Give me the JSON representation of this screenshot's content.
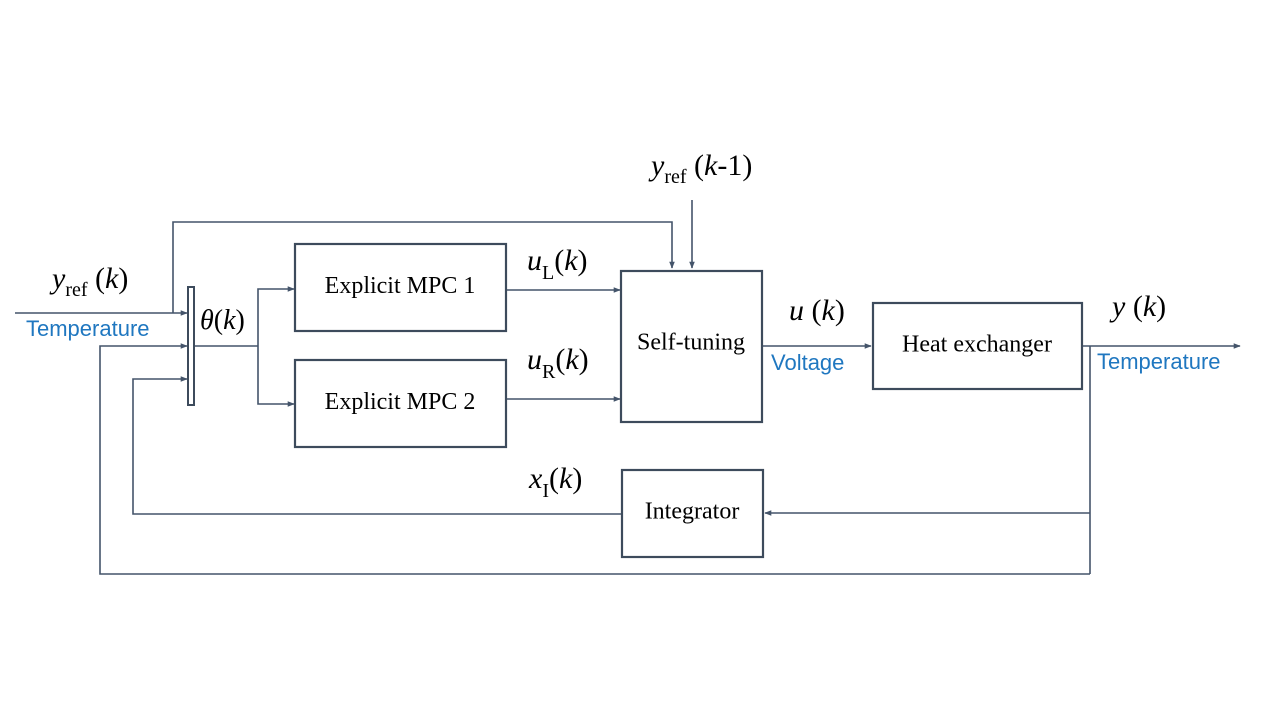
{
  "blocks": {
    "mpc1": "Explicit MPC 1",
    "mpc2": "Explicit MPC 2",
    "self_tuning": "Self-tuning",
    "heat_exchanger": "Heat exchanger",
    "integrator": "Integrator"
  },
  "signals": {
    "yref_input": {
      "var": "y",
      "sub": "ref",
      "arg": " (k)"
    },
    "yref_prev": {
      "var": "y",
      "sub": "ref",
      "arg": " (k-1)"
    },
    "theta": {
      "var": "θ",
      "arg": "(k)"
    },
    "uL": {
      "var": "u",
      "sub": "L",
      "arg": "(k)"
    },
    "uR": {
      "var": "u",
      "sub": "R",
      "arg": "(k)"
    },
    "u": {
      "var": "u",
      "arg": " (k)"
    },
    "y": {
      "var": "y",
      "arg": " (k)"
    },
    "xI": {
      "var": "x",
      "sub": "I",
      "arg": "(k)"
    }
  },
  "units": {
    "input_temperature": "Temperature",
    "voltage": "Voltage",
    "output_temperature": "Temperature"
  },
  "colors": {
    "wire": "#44546a",
    "block_border": "#3d4b5c",
    "unit_label": "#1f77c0"
  }
}
